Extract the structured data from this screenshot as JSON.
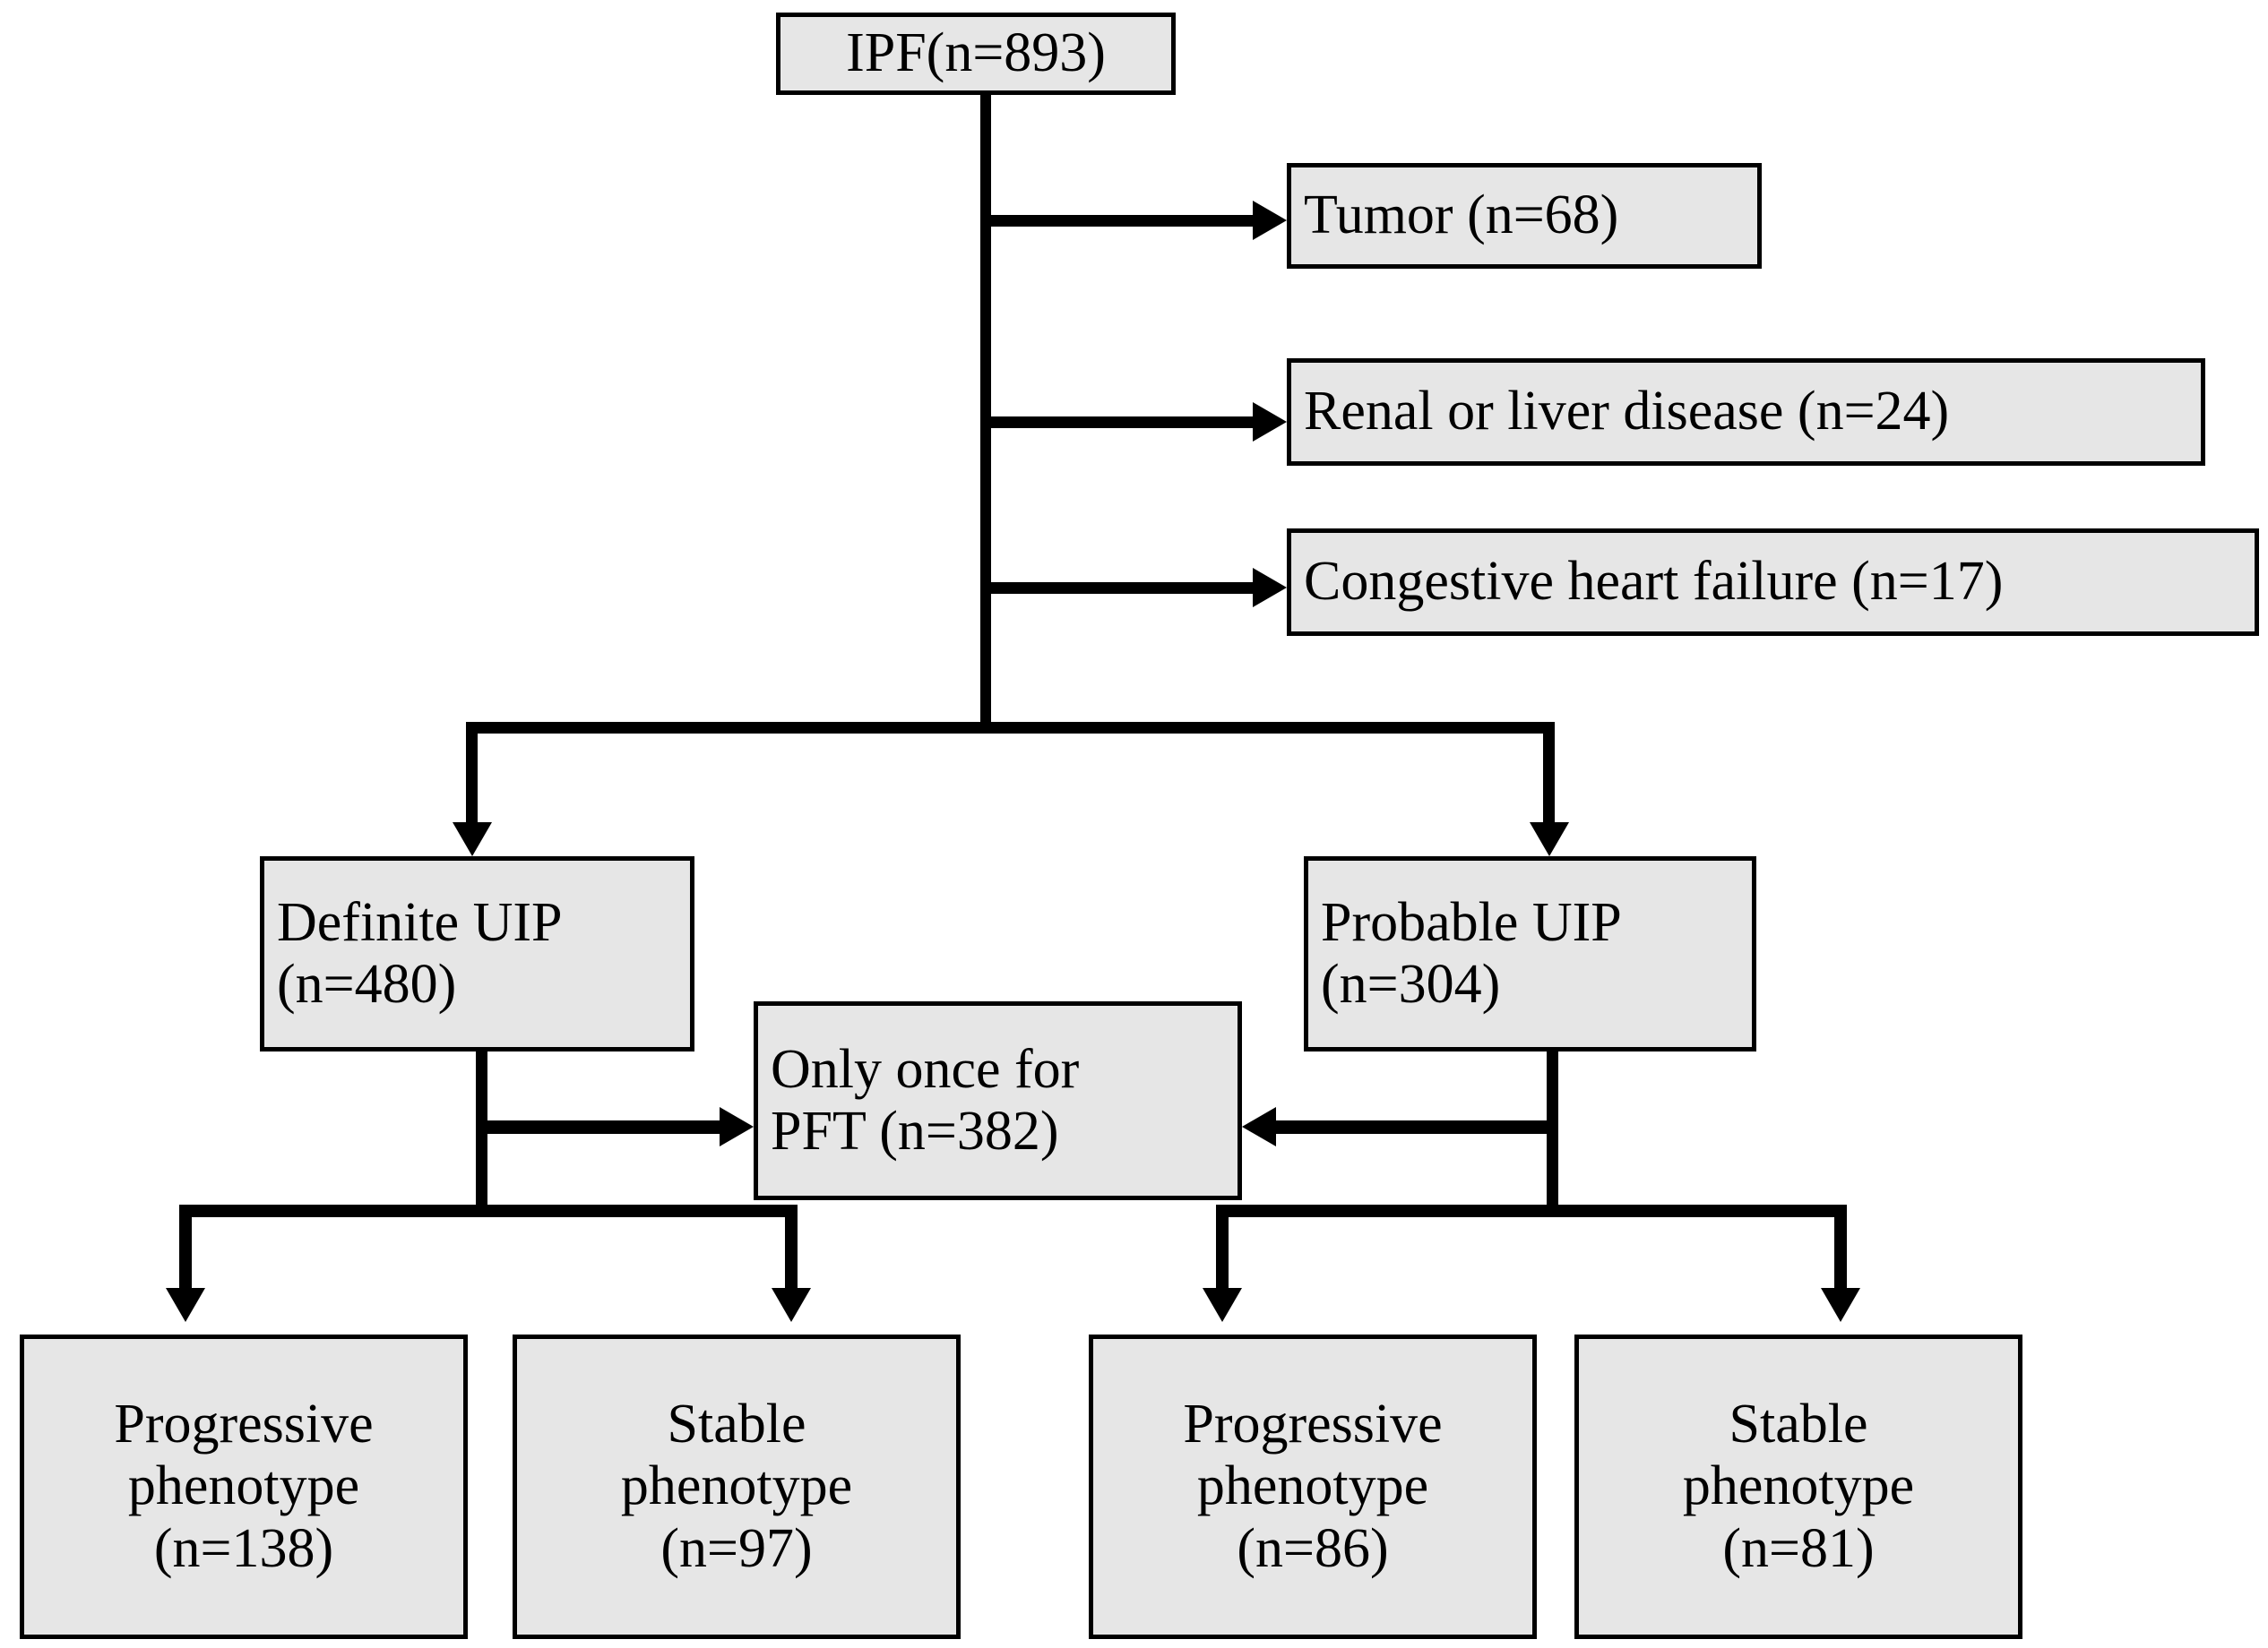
{
  "diagram": {
    "title": "IPF cohort selection flowchart",
    "type": "flowchart",
    "colors": {
      "node_fill": "#e6e6e6",
      "node_border": "#000000",
      "connector": "#000000",
      "background": "#ffffff"
    },
    "nodes": {
      "root": {
        "id": "ipf",
        "label": "IPF(n=893)",
        "count": 893,
        "align": "center"
      },
      "exclusions": [
        {
          "id": "tumor",
          "label": "Tumor (n=68)",
          "count": 68
        },
        {
          "id": "renal-liver",
          "label": "Renal or liver disease (n=24)",
          "count": 24
        },
        {
          "id": "chf",
          "label": "Congestive heart failure (n=17)",
          "count": 17
        }
      ],
      "groups": [
        {
          "id": "definite-uip",
          "line1": "Definite UIP",
          "line2": "(n=480)",
          "count": 480,
          "children": [
            {
              "id": "definite-progressive",
              "line1": "Progressive",
              "line2": "phenotype",
              "line3": "(n=138)",
              "count": 138
            },
            {
              "id": "definite-stable",
              "line1": "Stable",
              "line2": "phenotype",
              "line3": "(n=97)",
              "count": 97
            }
          ]
        },
        {
          "id": "probable-uip",
          "line1": "Probable UIP",
          "line2": "(n=304)",
          "count": 304,
          "children": [
            {
              "id": "probable-progressive",
              "line1": "Progressive",
              "line2": "phenotype",
              "line3": "(n=86)",
              "count": 86
            },
            {
              "id": "probable-stable",
              "line1": "Stable",
              "line2": "phenotype",
              "line3": "(n=81)",
              "count": 81
            }
          ]
        }
      ],
      "shared": {
        "id": "only-once-pft",
        "line1": "Only once for",
        "line2": "PFT (n=382)",
        "count": 382
      }
    }
  }
}
